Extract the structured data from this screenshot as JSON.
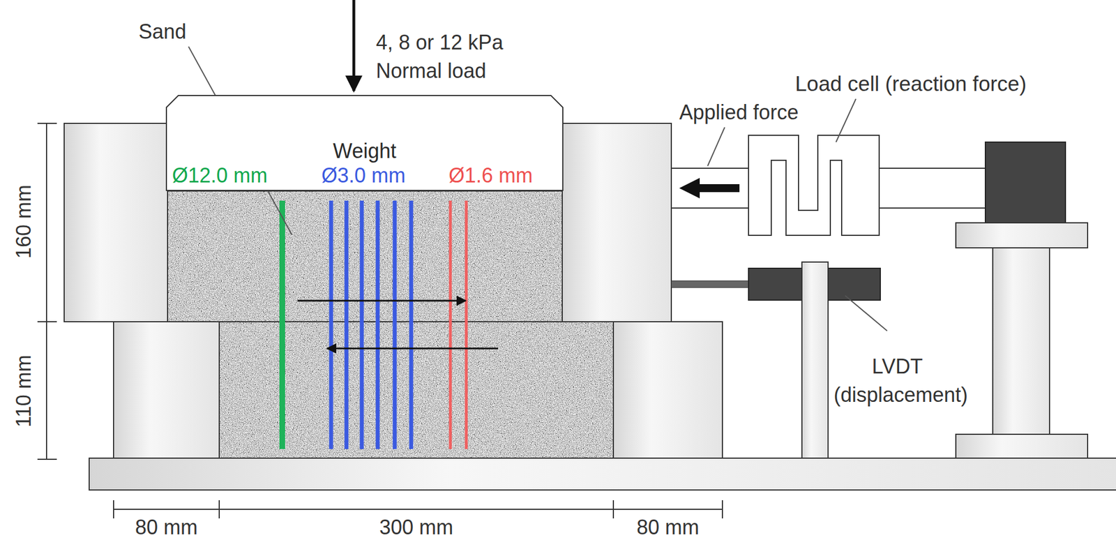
{
  "diagram": {
    "nodes": [
      {
        "text": [
          "Weight"
        ]
      }
    ],
    "labels": [
      "Sand",
      "4, 8 or 12 kPa",
      "Normal load",
      "Load cell (reaction force)",
      "Applied force",
      "Ø12.0 mm",
      "Ø3.0 mm",
      "Ø1.6 mm",
      "LVDT",
      "(displacement)",
      "160 mm",
      "110 mm",
      "80 mm",
      "300 mm",
      "80 mm"
    ]
  }
}
